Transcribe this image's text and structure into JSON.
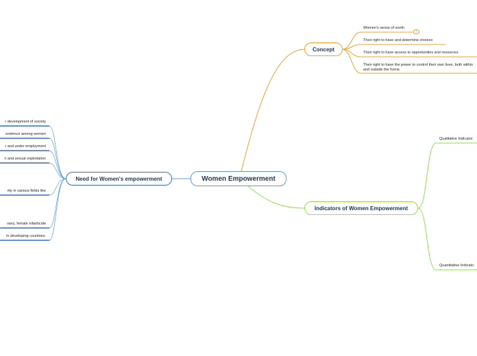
{
  "map": {
    "central": "Women Empowerment",
    "concept": {
      "title": "Concept",
      "items": [
        "Women's sense of worth",
        "Their right to have and determine choices",
        "Their right to have access to opportunities and resources.",
        "Their right to have the power to control their own lives, both within and outside the home."
      ],
      "badge": "1"
    },
    "indicators": {
      "title": "Indicators of Women Empowerment",
      "items": [
        "Qualitative Indicator",
        "Quantitative Indicato"
      ]
    },
    "need": {
      "title": "Need for Women's empowerment",
      "items": [
        "r development of society",
        "endence among women",
        "r and under employment",
        "n and sexual exploitation",
        "rity in various fields like",
        "owry, female infanticide",
        "in developing countries."
      ]
    }
  },
  "colors": {
    "central": "#5b9bd5",
    "concept": "#f0a020",
    "indicators": "#8de248",
    "need": "#2f6fc8"
  }
}
